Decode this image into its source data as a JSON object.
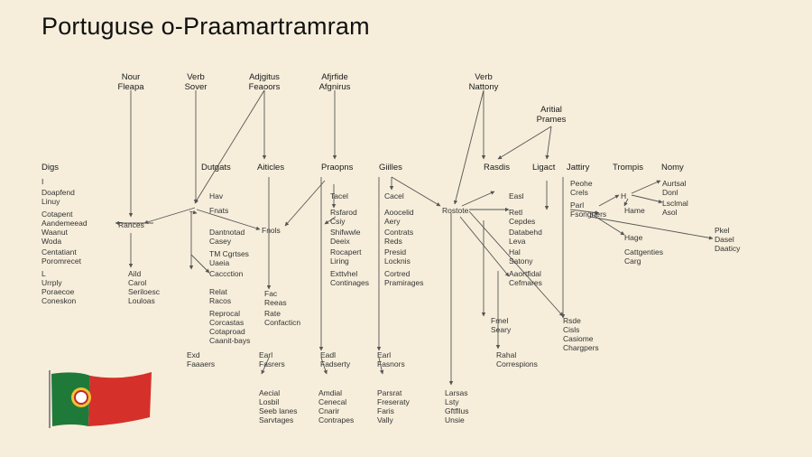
{
  "title": "Portuguse o-Praamartramram",
  "colors": {
    "background": "#f6eedb",
    "text": "#222222",
    "edge": "#555555",
    "flag_green": "#1f7a3a",
    "flag_red": "#d6302a",
    "flag_yellow": "#f1c232"
  },
  "top_nodes": [
    {
      "id": "t1",
      "label": "Nour\nFleapa"
    },
    {
      "id": "t2",
      "label": "Verb\nSover"
    },
    {
      "id": "t3",
      "label": "Adjgitus\nFeaoors"
    },
    {
      "id": "t4",
      "label": "Afjrfide\nAfgnirus"
    },
    {
      "id": "t5",
      "label": "Verb\nNattony"
    },
    {
      "id": "t6",
      "label": "Aritial\nPrames"
    }
  ],
  "row_headers": [
    {
      "id": "h1",
      "label": "Digs"
    },
    {
      "id": "h2",
      "label": "Dutgats"
    },
    {
      "id": "h3",
      "label": "Aiticles"
    },
    {
      "id": "h4",
      "label": "Praopns"
    },
    {
      "id": "h5",
      "label": "Giilles"
    },
    {
      "id": "h6",
      "label": "Rasdis"
    },
    {
      "id": "h7",
      "label": "Ligact"
    },
    {
      "id": "h8",
      "label": "Jattiry"
    },
    {
      "id": "h9",
      "label": "Trompis"
    },
    {
      "id": "h10",
      "label": "Nomy"
    }
  ],
  "left_list": [
    "I",
    "Doapfend\nLinuy",
    "Cotapent\nAandemeead\nWaanut\nWoda",
    "Centatiant\nPoromrecet",
    "L\nUrrply\nPoraecoe\nConeskon"
  ],
  "mid_nodes": [
    {
      "id": "m_rancs",
      "label": "Rances"
    },
    {
      "id": "m_hav",
      "label": "Hav"
    },
    {
      "id": "m_fnts",
      "label": "Fnats"
    },
    {
      "id": "m_fnols",
      "label": "Fnols"
    },
    {
      "id": "m_dantnotad",
      "label": "Dantnotad\nCasey"
    },
    {
      "id": "m_tm",
      "label": "TM Cgrtses\nUaeia"
    },
    {
      "id": "m_caccction",
      "label": "Caccction"
    },
    {
      "id": "m_aild",
      "label": "Aild\nCarol\nSeriloesc\nLouloas"
    },
    {
      "id": "m_relat",
      "label": "Relat\nRacos"
    },
    {
      "id": "m_reprocal",
      "label": "Reprocal\nCorcastas\nCotaproad\nCaanit-bays"
    },
    {
      "id": "m_fac",
      "label": "Fac\nReeas"
    },
    {
      "id": "m_rate",
      "label": "Rate\nConfacticn"
    },
    {
      "id": "m_tacel",
      "label": "Tacel"
    },
    {
      "id": "m_rsfarod",
      "label": "Rsfarod\nCsiy"
    },
    {
      "id": "m_shifwwle",
      "label": "Shifwwle\nDeeix"
    },
    {
      "id": "m_rocapert",
      "label": "Rocapert\nLiring"
    },
    {
      "id": "m_exttvel",
      "label": "Exttvhel\nContinages"
    },
    {
      "id": "m_cacel",
      "label": "Cacel"
    },
    {
      "id": "m_aoocelid",
      "label": "Aoocelid\nAery"
    },
    {
      "id": "m_contrats",
      "label": "Contrats\nReds"
    },
    {
      "id": "m_presid",
      "label": "Presid\nLocknis"
    },
    {
      "id": "m_cortred",
      "label": "Cortred\nPramirages"
    },
    {
      "id": "m_rostote",
      "label": "Rostote"
    },
    {
      "id": "m_easl",
      "label": "Easl"
    },
    {
      "id": "m_retl",
      "label": "Retl\nCepdes"
    },
    {
      "id": "m_databehd",
      "label": "Databehd\nLeva"
    },
    {
      "id": "m_hal",
      "label": "Hal\nSatony"
    },
    {
      "id": "m_aaortfid",
      "label": "Aaortfidal\nCefmares"
    },
    {
      "id": "m_frnel",
      "label": "Frnel\nSeary"
    },
    {
      "id": "m_rahal",
      "label": "Rahal\nCorrespions"
    },
    {
      "id": "m_peohe",
      "label": "Peohe\nCrels"
    },
    {
      "id": "m_parl",
      "label": "Parl\nFsongriers"
    },
    {
      "id": "m_rsde",
      "label": "Rsde\nCisls\nCasiome\nChargpers"
    },
    {
      "id": "m_hq",
      "label": "H"
    },
    {
      "id": "m_hame",
      "label": "Hame"
    },
    {
      "id": "m_auseal",
      "label": "Aurtsal\nDonl"
    },
    {
      "id": "m_lscmal",
      "label": "Lsclmal\nAsol"
    },
    {
      "id": "m_hage",
      "label": "Hage"
    },
    {
      "id": "m_cattgentes",
      "label": "Cattgenties\nCarg"
    },
    {
      "id": "m_pkel",
      "label": "Pkel\nDasel\nDaaticy"
    }
  ],
  "bottom_nodes": [
    {
      "id": "b1",
      "label": "Exd\nFaaaers"
    },
    {
      "id": "b2",
      "label": "Earl\nFasrers"
    },
    {
      "id": "b3",
      "label": "Eadl\nFadserty"
    },
    {
      "id": "b4",
      "label": "Earl\nFasnors"
    },
    {
      "id": "b5",
      "label": "Aecial\nLosbil\nSeeb lanes\nSarvtages"
    },
    {
      "id": "b6",
      "label": "Amdial\nCenecal\nCnarir\nContrapes"
    },
    {
      "id": "b7",
      "label": "Parsrat\nFreseraty\nFaris\nVally"
    },
    {
      "id": "b8",
      "label": "Larsas\nLsty\nGftfllus\nUnsie"
    }
  ]
}
